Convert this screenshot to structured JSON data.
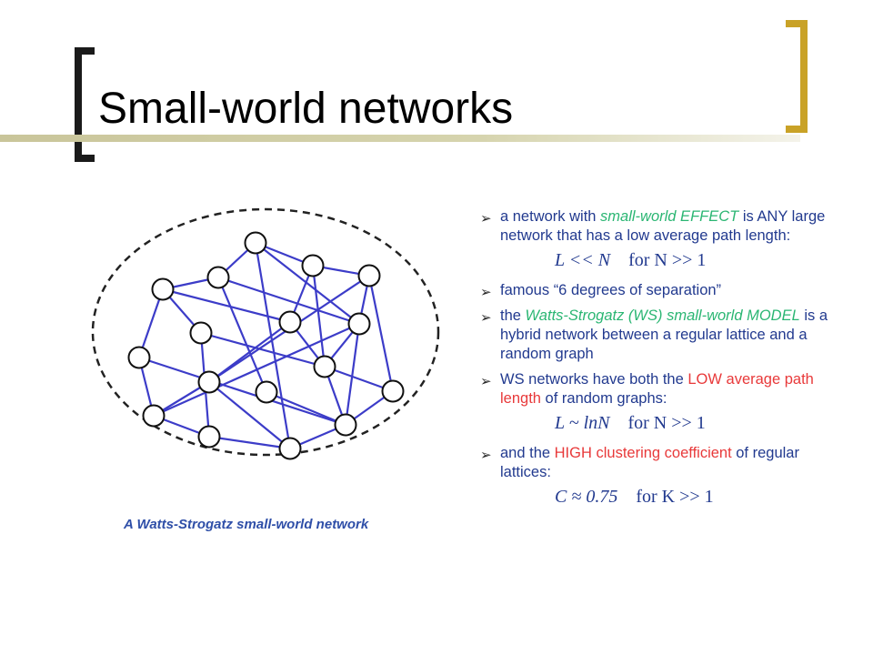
{
  "slide": {
    "title": "Small-world networks"
  },
  "figure": {
    "caption": "A Watts-Strogatz small-world network"
  },
  "bullets": [
    {
      "parts": [
        {
          "text": "a network with ",
          "style": "normal"
        },
        {
          "text": "small-world EFFECT",
          "style": "green-it"
        },
        {
          "text": " is ANY large network that has a low average path length:",
          "style": "normal"
        }
      ],
      "formula": {
        "lhs": "L << N",
        "cond": "for N >> 1"
      }
    },
    {
      "parts": [
        {
          "text": "famous “6 degrees of separation”",
          "style": "normal"
        }
      ]
    },
    {
      "parts": [
        {
          "text": "the ",
          "style": "normal"
        },
        {
          "text": "Watts-Strogatz (WS) small-world MODEL",
          "style": "green-it"
        },
        {
          "text": " is a hybrid network between a regular lattice and a random graph",
          "style": "normal"
        }
      ]
    },
    {
      "parts": [
        {
          "text": "WS networks have both the ",
          "style": "normal"
        },
        {
          "text": "LOW average path length",
          "style": "red"
        },
        {
          "text": " of random graphs:",
          "style": "normal"
        }
      ],
      "formula": {
        "lhs": "L ~ lnN",
        "cond": "for N >> 1"
      }
    },
    {
      "parts": [
        {
          "text": "and the ",
          "style": "normal"
        },
        {
          "text": "HIGH clustering coefficient",
          "style": "red"
        },
        {
          "text": " of regular lattices:",
          "style": "normal"
        }
      ],
      "formula": {
        "lhs": "C ≈ 0.75",
        "cond": "for K >> 1"
      }
    }
  ],
  "colors": {
    "bracket": "#1a1a1a",
    "bracket_accent": "#c9a227",
    "edge": "#3c3cc8",
    "text": "#223a8f",
    "highlight_green": "#2bb673",
    "highlight_red": "#e8393a"
  },
  "icons": {
    "bullet": "arrowhead-bullet-icon"
  }
}
